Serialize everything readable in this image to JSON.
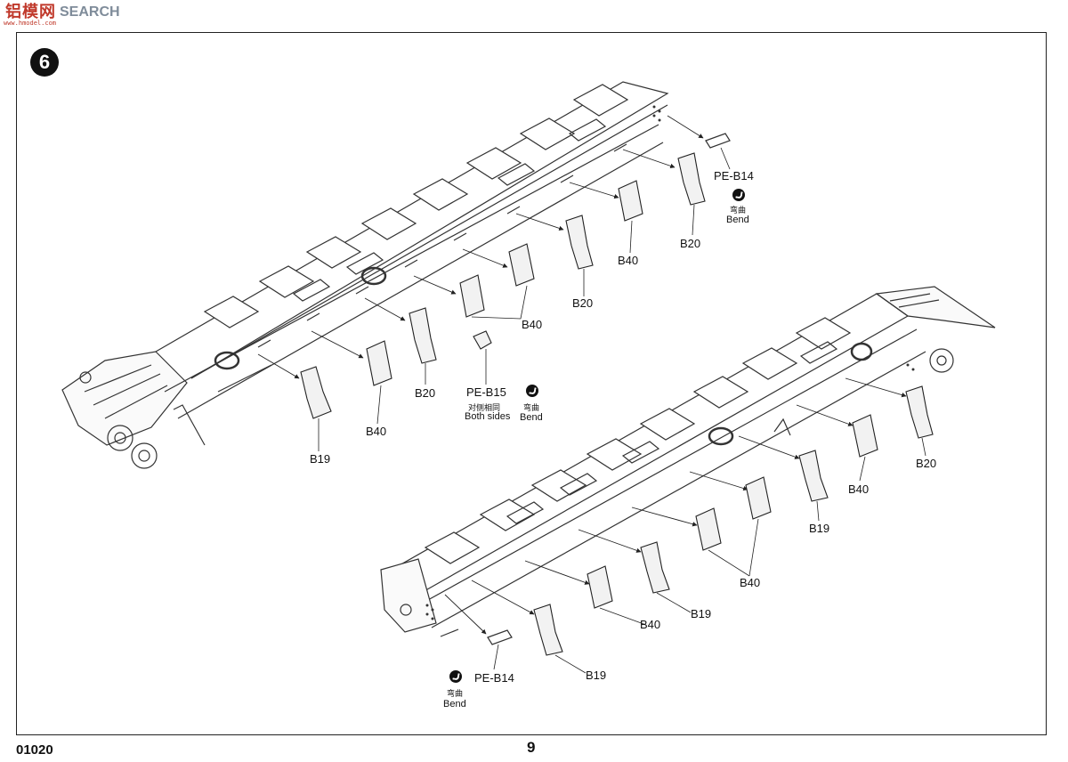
{
  "watermark": {
    "logo": "铝模网",
    "search": "SEARCH",
    "url": "www.hmodel.com"
  },
  "step_number": "6",
  "labels": {
    "pe_b14": "PE-B14",
    "pe_b15": "PE-B15",
    "b19": "B19",
    "b20": "B20",
    "b40": "B40",
    "bend_cn": "弯曲",
    "bend_en": "Bend",
    "both_sides_cn": "对侧相同",
    "both_sides_en": "Both sides"
  },
  "footer": {
    "code": "01020",
    "page": "9"
  },
  "icons": [
    "bend-icon",
    "step-number-badge"
  ]
}
